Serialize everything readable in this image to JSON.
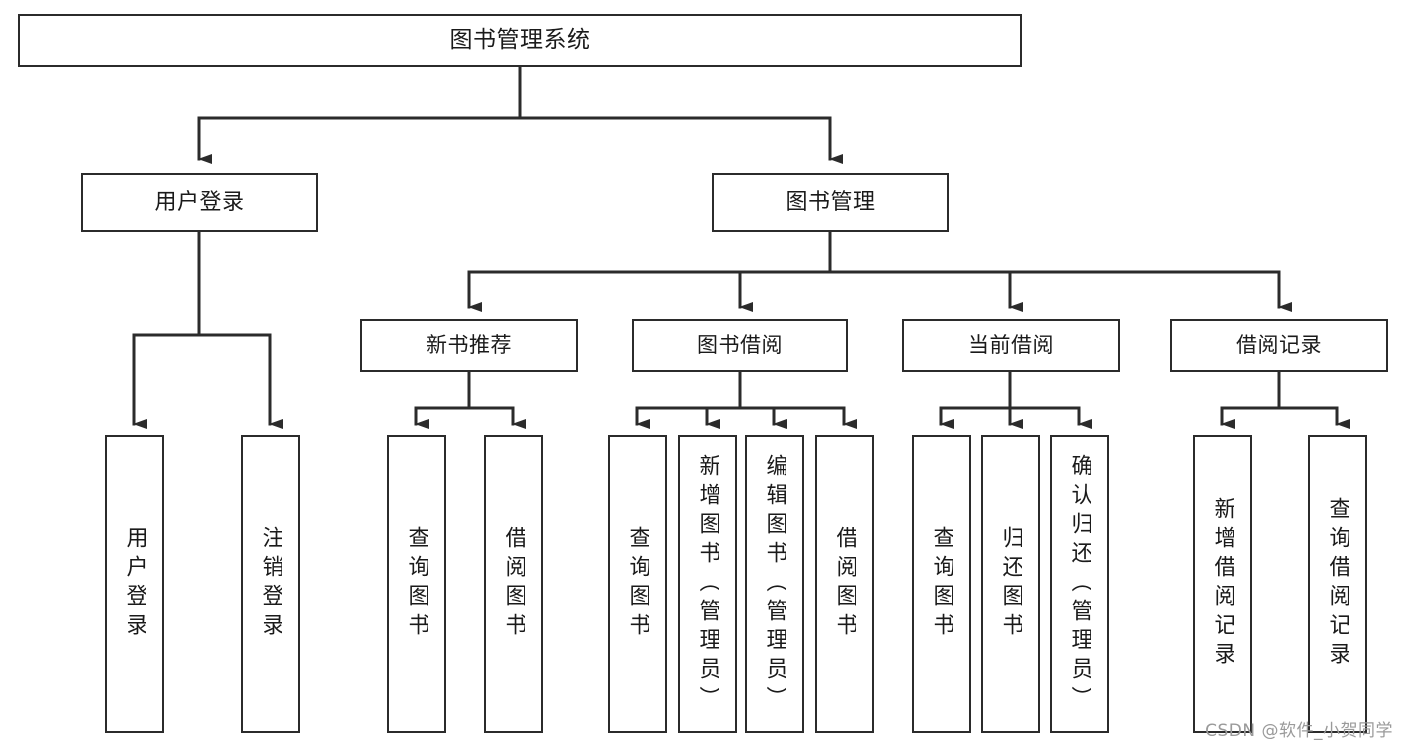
{
  "diagram": {
    "type": "tree",
    "title": "图书管理系统",
    "stroke_color": "#2b2b2b",
    "background_color": "#ffffff",
    "text_color": "#1a1a1a",
    "nodes": {
      "root": {
        "label": "图书管理系统"
      },
      "user_login": {
        "label": "用户登录"
      },
      "book_manage": {
        "label": "图书管理"
      },
      "new_book_rec": {
        "label": "新书推荐"
      },
      "book_borrow": {
        "label": "图书借阅"
      },
      "current_borrow": {
        "label": "当前借阅"
      },
      "borrow_record": {
        "label": "借阅记录"
      },
      "leaf_user_login": {
        "label": "用户登录"
      },
      "leaf_logout_login": {
        "label": "注销登录"
      },
      "leaf_query_book_1": {
        "label": "查询图书"
      },
      "leaf_borrow_book_1": {
        "label": "借阅图书"
      },
      "leaf_query_book_2": {
        "label": "查询图书"
      },
      "leaf_add_book_admin": {
        "label": "新增图书（管理员）"
      },
      "leaf_edit_book_admin": {
        "label": "编辑图书（管理员）"
      },
      "leaf_borrow_book_2": {
        "label": "借阅图书"
      },
      "leaf_query_book_3": {
        "label": "查询图书"
      },
      "leaf_return_book": {
        "label": "归还图书"
      },
      "leaf_confirm_return_admin": {
        "label": "确认归还（管理员）"
      },
      "leaf_add_borrow_record": {
        "label": "新增借阅记录"
      },
      "leaf_query_borrow_record": {
        "label": "查询借阅记录"
      }
    }
  },
  "watermark": {
    "text": "CSDN @软件_小贺同学"
  }
}
